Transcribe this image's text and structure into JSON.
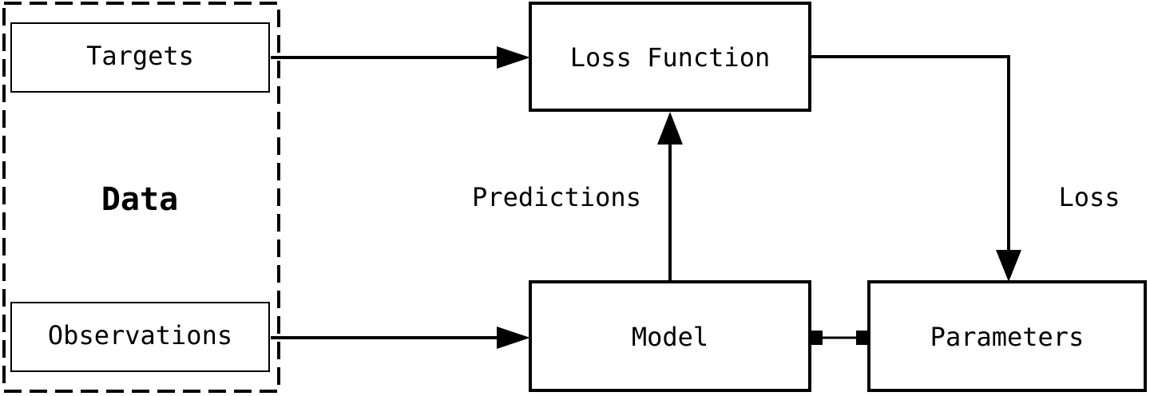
{
  "diagram": {
    "data_group": {
      "label": "Data",
      "targets": "Targets",
      "observations": "Observations"
    },
    "loss_function": "Loss Function",
    "model": "Model",
    "parameters": "Parameters",
    "edges": {
      "predictions": "Predictions",
      "loss": "Loss"
    }
  },
  "colors": {
    "stroke": "#000000",
    "background": "#ffffff"
  }
}
